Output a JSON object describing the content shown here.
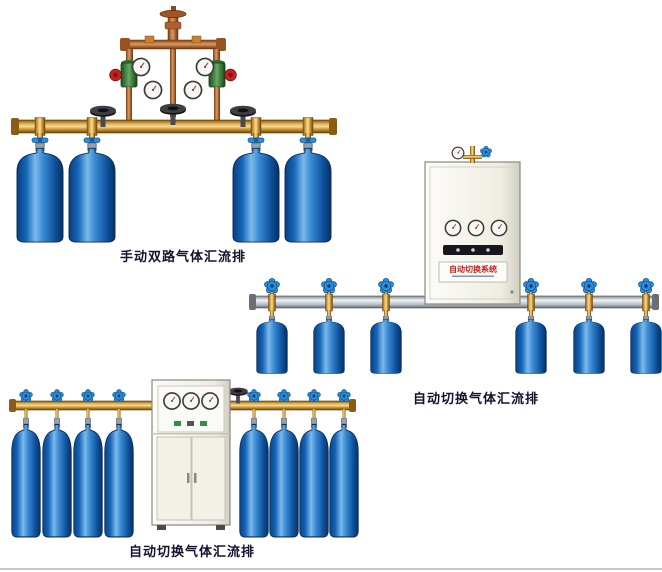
{
  "page": {
    "background": "#ffffff",
    "bottom_rule_color": "#c6c6c6"
  },
  "products": [
    {
      "id": "manual-dual-gas-manifold",
      "caption": "手动双路气体汇流排",
      "cylinder_count": 4
    },
    {
      "id": "auto-switch-gas-manifold-wall-cabinet",
      "caption": "自动切换气体汇流排",
      "cabinet": {
        "title": "自动切换系统"
      },
      "cylinder_count": 6
    },
    {
      "id": "auto-switch-gas-manifold-floor-cabinet",
      "caption": "自动切换气体汇流排",
      "cylinder_count": 8
    }
  ],
  "colors": {
    "cylinder_blue": "#1565b8",
    "cylinder_highlight": "#7db9ea",
    "brass": "#c9942f",
    "copper": "#b5651d",
    "silver_pipe": "#c9ced4",
    "cabinet": "#f1efe4",
    "valve_blue": "#2e8ed8",
    "regulator_green": "#3f7d3f",
    "knob_red": "#c32222",
    "caption_text": "#131330",
    "cabinet_label_red": "#c22222"
  }
}
